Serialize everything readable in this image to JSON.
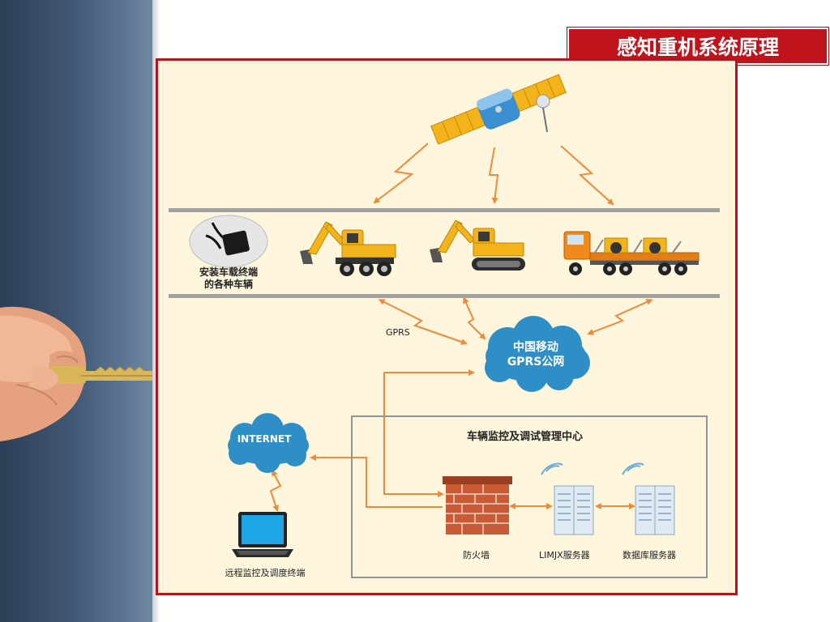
{
  "title": "感知重机系统原理",
  "vehicles_label": [
    "安装车载终端",
    "的各种车辆"
  ],
  "gprs_label": "GPRS",
  "mobile_cloud": [
    "中国移动",
    "GPRS公网"
  ],
  "internet_cloud": "INTERNET",
  "center_title": "车辆监控及调试管理中心",
  "firewall_label": "防火墙",
  "limjx_label": "LIMJX服务器",
  "db_label": "数据库服务器",
  "terminal_label": "远程监控及调度终端",
  "colors": {
    "accent_red": "#c0131c",
    "arrow_orange": "#ee8a3a",
    "cloud_blue": "#2e8fc6",
    "panel_bg": "#fdf6dd"
  }
}
